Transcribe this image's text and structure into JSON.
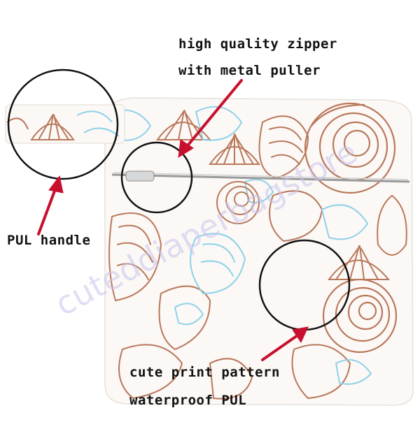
{
  "callouts": {
    "zipper_line1": "high quality zipper",
    "zipper_line2": "with metal puller",
    "handle": "PUL handle",
    "print_line1": "cute print pattern",
    "print_line2": "waterproof PUL"
  },
  "watermark": "cuteddiaperbagstore",
  "colors": {
    "shell_brown": "#b9785a",
    "shell_blue": "#8fd2e8",
    "arrow_red": "#c8102e",
    "circle_black": "#111111"
  }
}
